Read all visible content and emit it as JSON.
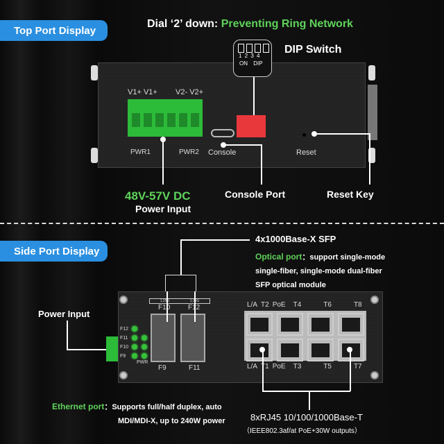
{
  "top": {
    "banner": "Top Port Display",
    "title_prefix": "Dial ‘2’ down: ",
    "title_highlight": "Preventing Ring Network",
    "dip_label": "DIP Switch",
    "dip_numbers": "1 2 3 4",
    "dip_on": "ON",
    "dip_text": "DIP",
    "terminals": {
      "v1a": "V1+",
      "v1b": "V1+",
      "v2a": "V2-",
      "v2b": "V2+",
      "pwr1": "PWR1",
      "pwr2": "PWR2"
    },
    "console": "Console",
    "reset": "Reset",
    "callouts": {
      "voltage": "48V-57V DC",
      "power": "Power Input",
      "console_port": "Console Port",
      "reset_key": "Reset Key"
    }
  },
  "side": {
    "banner": "Side Port Display",
    "power_input": "Power Input",
    "sfp_title": "4x1000Base-X SFP",
    "optical_label": "Optical port",
    "optical_desc_1": "：support single-mode",
    "optical_desc_2": "single-fiber, single-mode dual-fiber",
    "optical_desc_3": "SFP optical module",
    "sfp_speed": "1.25G",
    "sfp_top": [
      "F10",
      "F12"
    ],
    "sfp_bottom": [
      "F9",
      "F11"
    ],
    "leds": [
      "F12",
      "F11",
      "F10",
      "F9"
    ],
    "pwr_led": "PWR",
    "rj_top": [
      "L/A",
      "T2",
      "PoE",
      "T4",
      "T6",
      "T8"
    ],
    "rj_bottom": [
      "L/A",
      "T1",
      "PoE",
      "T3",
      "T5",
      "T7"
    ],
    "ethernet_label": "Ethernet port",
    "ethernet_desc_1": "：Supports full/half duplex, auto",
    "ethernet_desc_2": "MDI/MDI-X, up to 240W power",
    "rj45_title": "8xRJ45 10/100/1000Base-T",
    "rj45_sub": "（IEEE802.3af/at PoE+30W outputs）"
  },
  "colors": {
    "accent_blue": "#2a8fe0",
    "accent_green": "#5fd35a",
    "dip_red": "#e8383c"
  }
}
